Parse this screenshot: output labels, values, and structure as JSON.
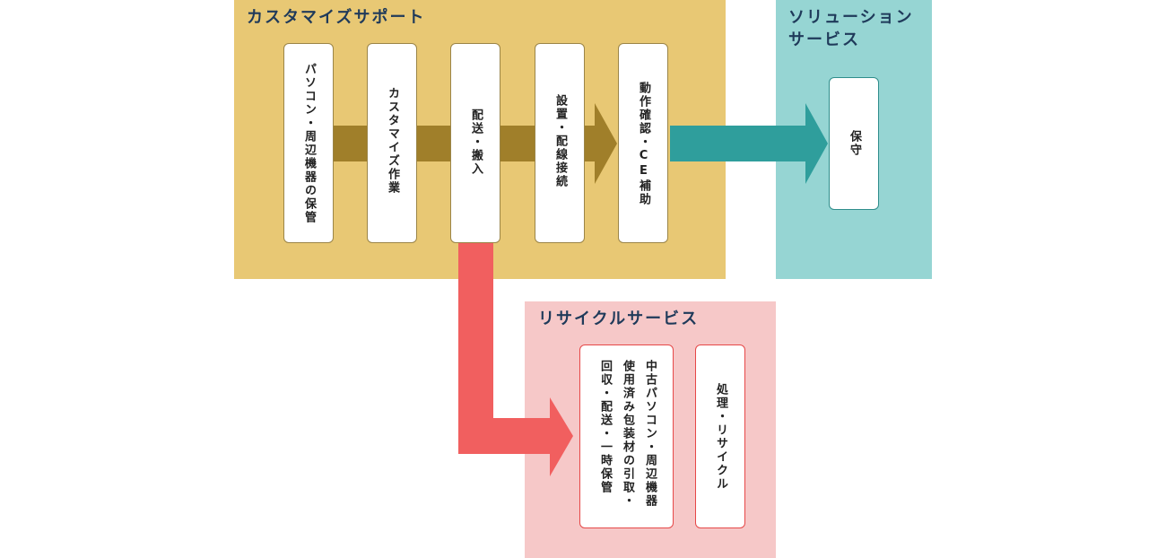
{
  "colors": {
    "customize_bg": "#e8c874",
    "solution_bg": "#96d5d3",
    "recycle_bg": "#f6c8c8",
    "customize_arrow": "#a07f2a",
    "solution_arrow": "#2f9e9c",
    "recycle_arrow": "#f15f5f",
    "box_border_yellow": "#9b8548",
    "box_border_teal": "#2f8d8b",
    "box_border_red": "#e64848",
    "title_text": "#1f3a5a"
  },
  "sections": {
    "customize": {
      "title": "カスタマイズサポート",
      "steps": [
        "パソコン・周辺機器の保管",
        "カスタマイズ作業",
        "配送・搬入",
        "設置・配線接続",
        "動作確認・CE補助"
      ]
    },
    "solution": {
      "title_line1": "ソリューション",
      "title_line2": "サービス",
      "steps": [
        "保守"
      ]
    },
    "recycle": {
      "title": "リサイクルサービス",
      "box1_lines": [
        "中古パソコン・周辺機器",
        "使用済み包装材の引取・",
        "回収・配送・一時保管"
      ],
      "box2": "処理・リサイクル"
    }
  }
}
